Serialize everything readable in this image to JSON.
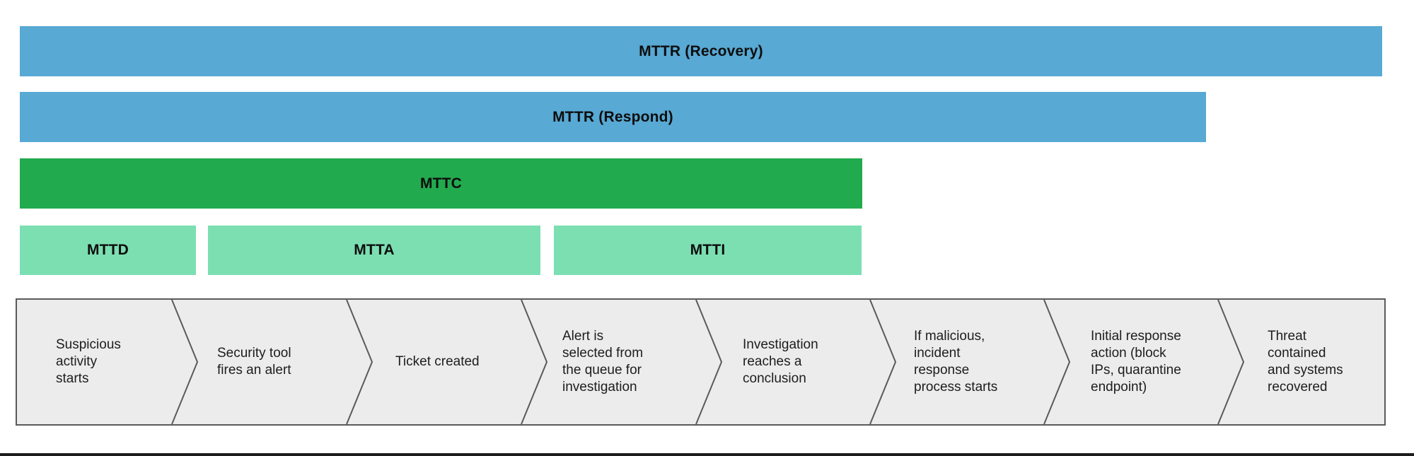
{
  "colors": {
    "mttr_bar": "#58a9d4",
    "mttc_bar": "#22aa4e",
    "sub_metric_bar": "#7cdfb2",
    "timeline_fill": "#ececec",
    "timeline_border": "#5a5a5a",
    "bottom_strip": "#1c1c1c"
  },
  "metric_bars": [
    {
      "id": "mttr-recovery",
      "label": "MTTR (Recovery)",
      "color": "#58a9d4"
    },
    {
      "id": "mttr-respond",
      "label": "MTTR (Respond)",
      "color": "#58a9d4"
    },
    {
      "id": "mttc",
      "label": "MTTC",
      "color": "#22aa4e"
    },
    {
      "id": "mttd",
      "label": "MTTD",
      "color": "#7cdfb2"
    },
    {
      "id": "mtta",
      "label": "MTTA",
      "color": "#7cdfb2"
    },
    {
      "id": "mtti",
      "label": "MTTI",
      "color": "#7cdfb2"
    }
  ],
  "timeline": {
    "steps": [
      {
        "label": "Suspicious\nactivity\nstarts"
      },
      {
        "label": "Security tool\nfires an alert"
      },
      {
        "label": "Ticket created"
      },
      {
        "label": "Alert is\nselected from\nthe queue for\ninvestigation"
      },
      {
        "label": "Investigation\nreaches a\nconclusion"
      },
      {
        "label": "If malicious,\nincident\nresponse\nprocess starts"
      },
      {
        "label": "Initial response\naction (block\nIPs, quarantine\nendpoint)"
      },
      {
        "label": "Threat\ncontained\nand systems\nrecovered"
      }
    ]
  }
}
